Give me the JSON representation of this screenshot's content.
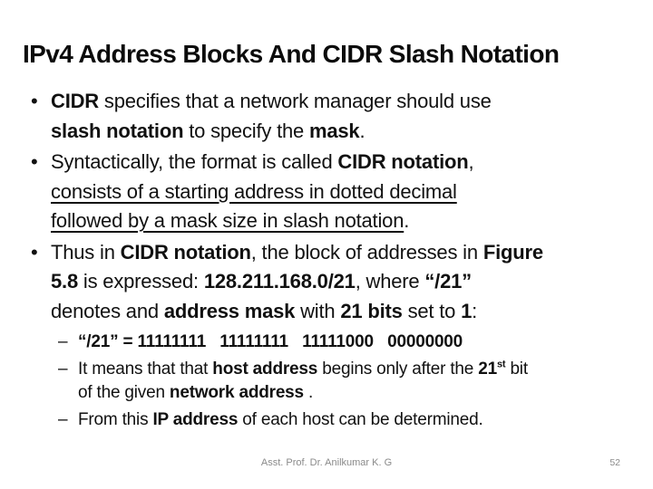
{
  "slide": {
    "title": "IPv4 Address Blocks And CIDR Slash Notation",
    "footer": {
      "credit": "Asst. Prof. Dr. Anilkumar K. G",
      "page_number": "52"
    }
  },
  "content": {
    "blocks": [
      {
        "level": 1,
        "marker": "•",
        "lines": [
          [
            {
              "t": "CIDR",
              "b": 1
            },
            {
              "t": " specifies that a network manager should use"
            }
          ],
          [
            {
              "t": "slash notation",
              "b": 1
            },
            {
              "t": " to specify the "
            },
            {
              "t": "mask",
              "b": 1
            },
            {
              "t": "."
            }
          ]
        ]
      },
      {
        "level": 1,
        "marker": "•",
        "lines": [
          [
            {
              "t": "Syntactically, the format is called "
            },
            {
              "t": "CIDR notation",
              "b": 1
            },
            {
              "t": ","
            }
          ],
          [
            {
              "t": "consists of a starting address in dotted decimal",
              "u": 1
            }
          ],
          [
            {
              "t": "followed by a mask size in slash notation",
              "u": 1
            },
            {
              "t": "."
            }
          ]
        ]
      },
      {
        "level": 1,
        "marker": "•",
        "lines": [
          [
            {
              "t": "Thus in "
            },
            {
              "t": "CIDR notation",
              "b": 1
            },
            {
              "t": ", the block of addresses in "
            },
            {
              "t": "Figure",
              "b": 1
            }
          ],
          [
            {
              "t": "5.8",
              "b": 1
            },
            {
              "t": " is expressed: "
            },
            {
              "t": "128.211.168.0/21",
              "b": 1
            },
            {
              "t": ", where "
            },
            {
              "t": "“/21”",
              "b": 1
            }
          ],
          [
            {
              "t": "denotes and "
            },
            {
              "t": "address mask",
              "b": 1
            },
            {
              "t": " with "
            },
            {
              "t": "21 bits",
              "b": 1
            },
            {
              "t": " set to "
            },
            {
              "t": "1",
              "b": 1
            },
            {
              "t": ":"
            }
          ]
        ]
      },
      {
        "level": 2,
        "marker": "–",
        "lines": [
          [
            {
              "t": "“/21” = 11111111   11111111   11111000   00000000",
              "b": 1
            }
          ]
        ]
      },
      {
        "level": 2,
        "marker": "–",
        "lines": [
          [
            {
              "t": "It means that that "
            },
            {
              "t": "host address",
              "b": 1
            },
            {
              "t": " begins only after the "
            },
            {
              "t": "21",
              "b": 1
            },
            {
              "t": "st",
              "b": 1,
              "sup": 1
            },
            {
              "t": " bit"
            }
          ],
          [
            {
              "t": "of the given "
            },
            {
              "t": "network address",
              "b": 1
            },
            {
              "t": " ."
            }
          ]
        ]
      },
      {
        "level": 2,
        "marker": "–",
        "lines": [
          [
            {
              "t": "From this "
            },
            {
              "t": "IP address",
              "b": 1
            },
            {
              "t": " of each host can be determined."
            }
          ]
        ]
      }
    ]
  },
  "colors": {
    "background": "#ffffff",
    "text": "#111111",
    "footer_text": "#8a8a8a"
  }
}
